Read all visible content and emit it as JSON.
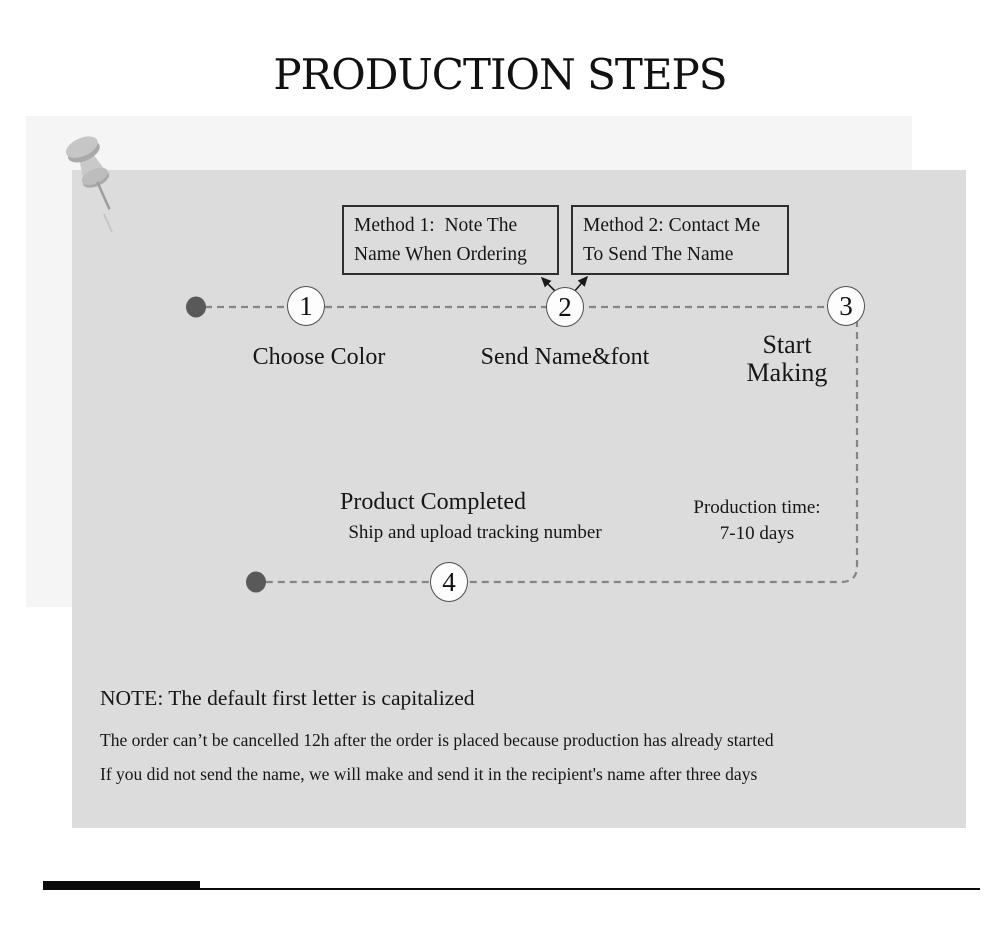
{
  "title": "PRODUCTION STEPS",
  "colors": {
    "panel_light": "#f5f5f5",
    "panel_dark": "#dcdcdc",
    "dashed_line": "#858585",
    "dot": "#595959",
    "text": "#1a1a1a",
    "footer_bar": "#0a0a0a"
  },
  "icons": {
    "pushpin": "pushpin"
  },
  "method_boxes": [
    {
      "line1": "Method 1:  Note The",
      "line2": "Name When Ordering"
    },
    {
      "line1": "Method 2: Contact Me",
      "line2": "To Send The Name"
    }
  ],
  "steps": [
    {
      "number": "1",
      "label": "Choose Color"
    },
    {
      "number": "2",
      "label": "Send Name&font"
    },
    {
      "number": "3",
      "label_line1": "Start",
      "label_line2": "Making"
    },
    {
      "number": "4"
    }
  ],
  "completed": {
    "title": "Product Completed",
    "subtitle": "Ship and upload tracking number"
  },
  "production_time": {
    "label": "Production time:",
    "value": "7-10 days"
  },
  "notes": {
    "heading": "NOTE: The default first letter is capitalized",
    "line1": "The order can’t be cancelled 12h after the order is placed because production has already started",
    "line2": "If you did not send the name, we will make and send it in the recipient's name after three days"
  }
}
